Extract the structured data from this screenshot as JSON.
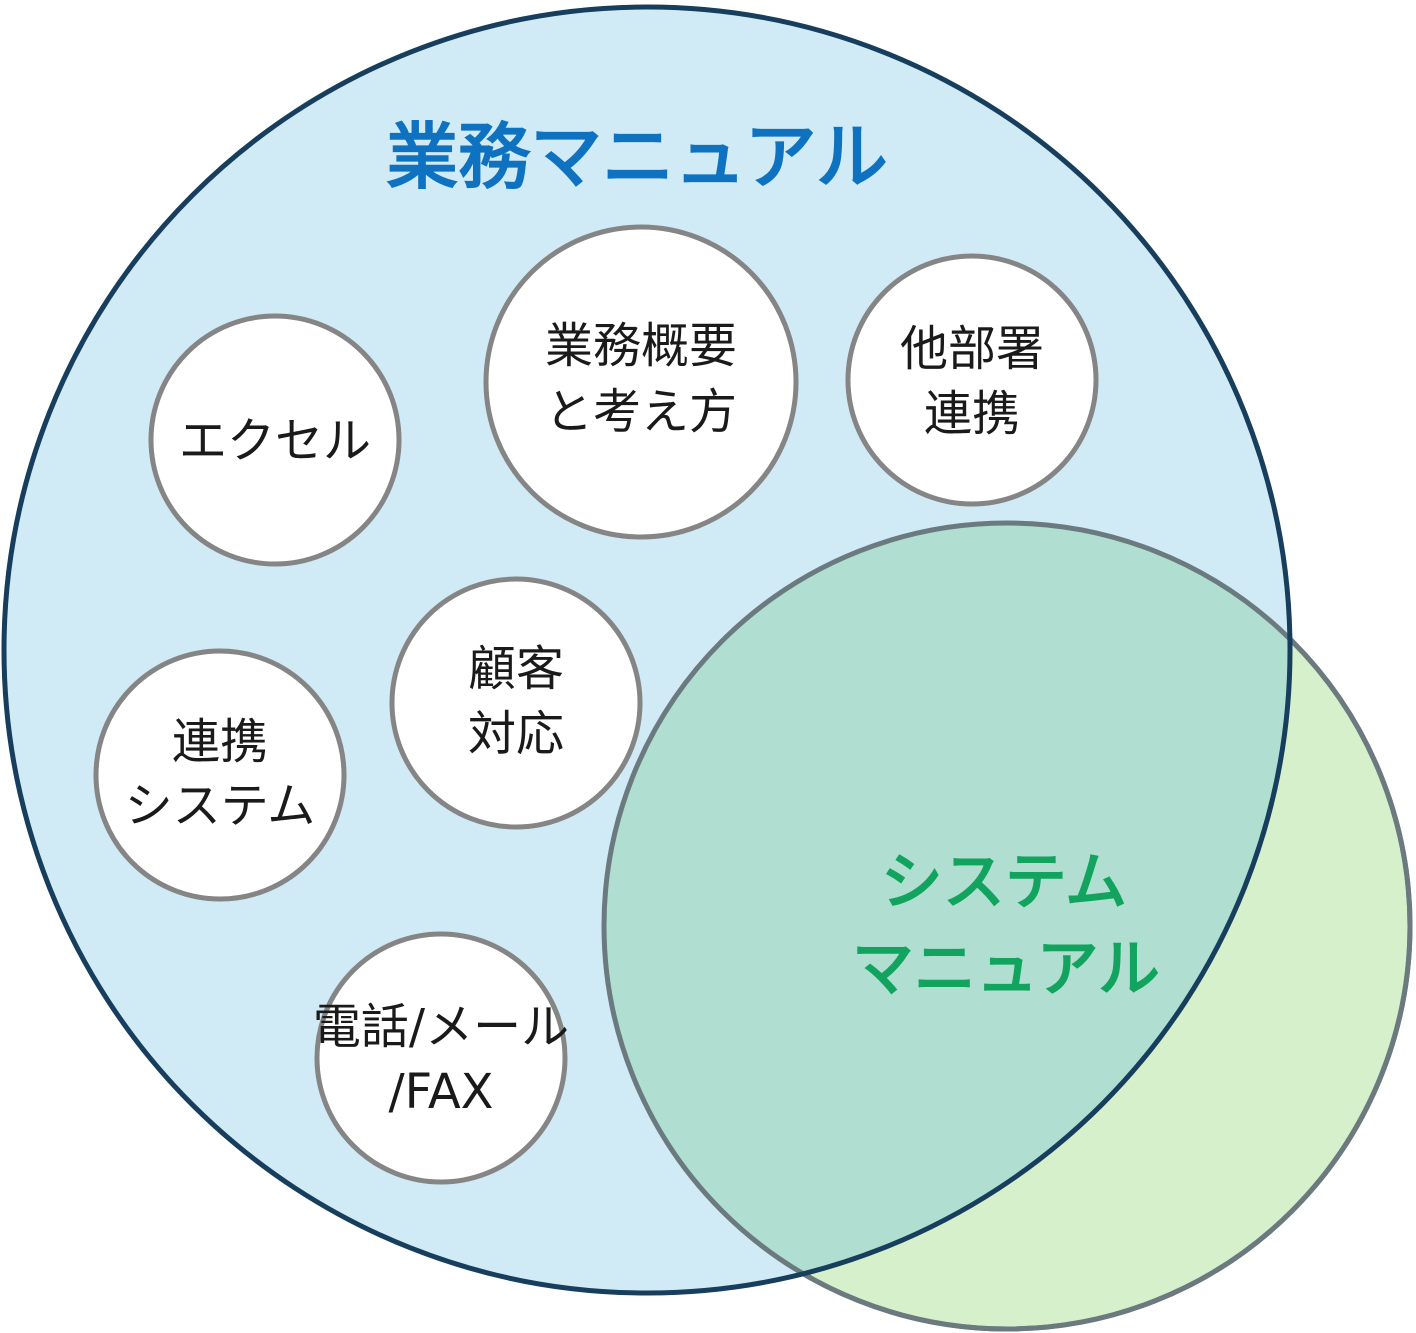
{
  "business_manual": {
    "title": "業務マニュアル",
    "fill": "#d0ebf6",
    "stroke": "#173e5c"
  },
  "system_manual": {
    "title_line1": "システム",
    "title_line2": "マニュアル",
    "fill": "#d6f0cc",
    "overlap_fill": "#b0dfd1",
    "stroke": "#6b7a7f"
  },
  "bubbles": {
    "excel": {
      "line1": "エクセル"
    },
    "business_overview": {
      "line1": "業務概要",
      "line2": "と考え方"
    },
    "other_dept": {
      "line1": "他部署",
      "line2": "連携"
    },
    "customer": {
      "line1": "顧客",
      "line2": "対応"
    },
    "linked_system": {
      "line1": "連携",
      "line2": "システム"
    },
    "contact": {
      "line1": "電話/メール",
      "line2": "/FAX"
    }
  },
  "bubble_style": {
    "fill": "#ffffff",
    "stroke": "#858585"
  }
}
